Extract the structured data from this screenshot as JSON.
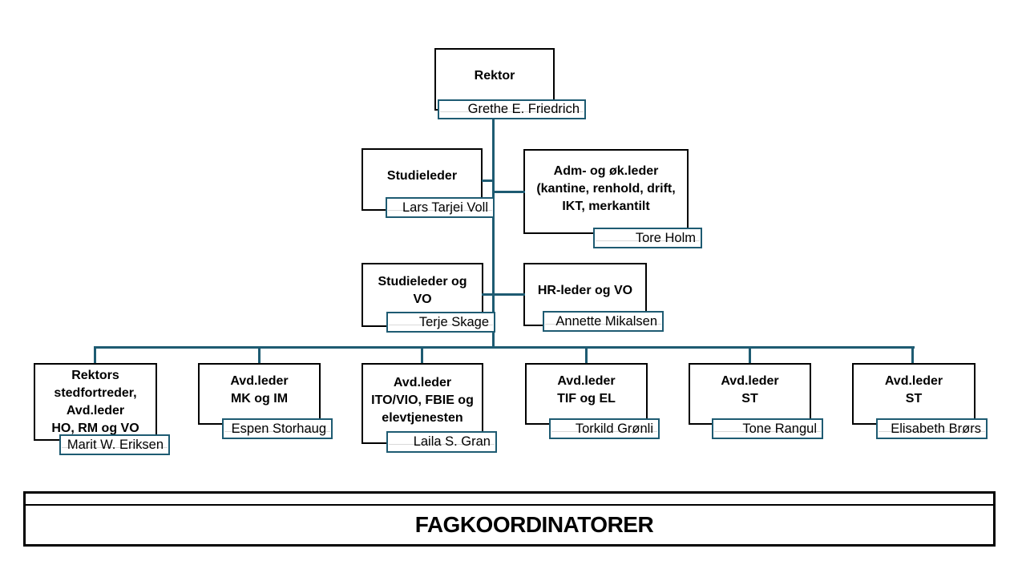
{
  "colors": {
    "accent": "#1E5B72",
    "box_border": "#000000",
    "tag_underline": "#D9D9D9",
    "background": "#FFFFFF"
  },
  "org_chart": {
    "nodes": {
      "rektor": {
        "title": "Rektor",
        "person": "Grethe E. Friedrich"
      },
      "studieleder": {
        "title": "Studieleder",
        "person": "Lars Tarjei Voll"
      },
      "adm": {
        "title": "Adm- og øk.leder\n(kantine, renhold, drift,\nIKT, merkantilt",
        "person": "Tore Holm"
      },
      "studvo": {
        "title": "Studieleder og\nVO",
        "person": "Terje Skage"
      },
      "hr": {
        "title": "HR-leder og VO",
        "person": "Annette Mikalsen"
      },
      "avd1": {
        "title": "Rektors\nstedfortreder,\nAvd.leder\nHO, RM og VO",
        "person": "Marit W. Eriksen"
      },
      "avd2": {
        "title": "Avd.leder\nMK og IM",
        "person": "Espen Storhaug"
      },
      "avd3": {
        "title": "Avd.leder\nITO/VIO, FBIE og\nelevtjenesten",
        "person": "Laila S. Gran"
      },
      "avd4": {
        "title": "Avd.leder\nTIF og EL",
        "person": "Torkild Grønli"
      },
      "avd5": {
        "title": "Avd.leder\nST",
        "person": "Tone Rangul"
      },
      "avd6": {
        "title": "Avd.leder\nST",
        "person": "Elisabeth Brørs"
      }
    },
    "edges": [
      {
        "from": "rektor",
        "to": "studieleder"
      },
      {
        "from": "rektor",
        "to": "adm"
      },
      {
        "from": "rektor",
        "to": "studvo"
      },
      {
        "from": "rektor",
        "to": "hr"
      },
      {
        "from": "rektor",
        "to": "avd1"
      },
      {
        "from": "rektor",
        "to": "avd2"
      },
      {
        "from": "rektor",
        "to": "avd3"
      },
      {
        "from": "rektor",
        "to": "avd4"
      },
      {
        "from": "rektor",
        "to": "avd5"
      },
      {
        "from": "rektor",
        "to": "avd6"
      }
    ],
    "banner": {
      "label": "FAGKOORDINATORER"
    }
  }
}
